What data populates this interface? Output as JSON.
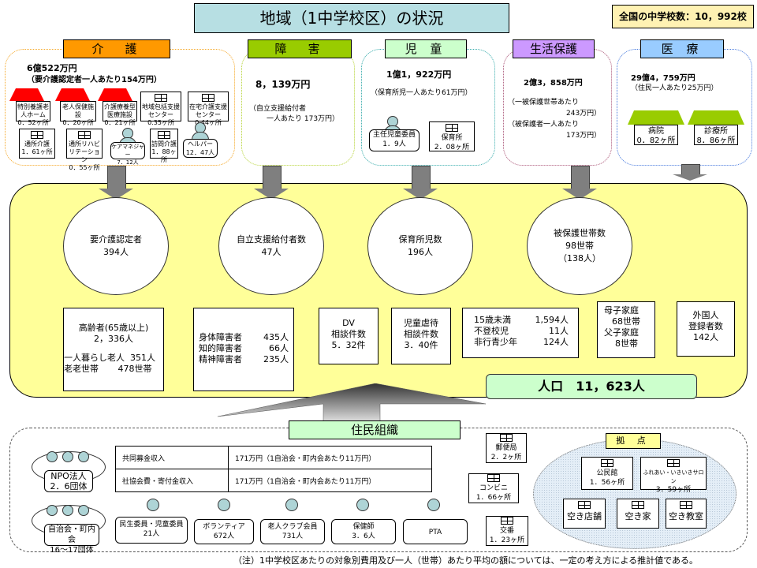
{
  "title": "地域（1中学校区）の状況",
  "national_count": "全国の中学校数：10，992校",
  "sections": {
    "care": {
      "label": "介　護",
      "color": "#ff9900",
      "border_color": "#f5a623",
      "cost": "6億522万円",
      "cost_note": "（要介護認定者一人あたり154万円）",
      "facilities": [
        {
          "name": "特別養護老人ホーム",
          "value": "0．52ヶ所",
          "type": "red-roof"
        },
        {
          "name": "老人保健施設",
          "value": "0．20ヶ所",
          "type": "red-roof"
        },
        {
          "name": "介護療養型医療施設",
          "value": "0．21ヶ所",
          "type": "red-roof"
        },
        {
          "name": "地域包括支援センター",
          "value": "0.35ヶ所",
          "type": "window"
        },
        {
          "name": "在宅介護支援センター",
          "value": "0.44ヶ所",
          "type": "window"
        },
        {
          "name": "通所介護",
          "value": "1．61ヶ所",
          "type": "window"
        },
        {
          "name": "通所リハビリテーション",
          "value": "0．55ヶ所",
          "type": "window"
        },
        {
          "name": "ケアマネジャー",
          "value": "7．12人",
          "type": "person"
        },
        {
          "name": "訪問介護",
          "value": "1．88ヶ所",
          "type": "window"
        },
        {
          "name": "ヘルパー",
          "value": "12．47人",
          "type": "person"
        }
      ]
    },
    "disability": {
      "label": "障　害",
      "color": "#99cc00",
      "border_color": "#b5d334",
      "cost": "8，139万円",
      "cost_note_1": "（自立支援給付者",
      "cost_note_2": "一人あたり 173万円）"
    },
    "children": {
      "label": "児 童",
      "color": "#ccffcc",
      "border_color": "#33aaaa",
      "cost": "1億1，922万円",
      "cost_note": "（保育所児一人あたり61万円）",
      "items": [
        {
          "name": "主任児童委員",
          "value": "1．9人",
          "type": "person"
        },
        {
          "name": "保育所",
          "value": "2．08ヶ所",
          "type": "window"
        }
      ]
    },
    "welfare": {
      "label": "生活保護",
      "color": "#cc99ff",
      "border_color": "#aa5577",
      "cost": "2億3，858万円",
      "note_1": "（一被保護世帯あたり",
      "note_2": "243万円）",
      "note_3": "（被保護者一人あたり",
      "note_4": "173万円）"
    },
    "medical": {
      "label": "医 療",
      "color": "#99ccff",
      "border_color": "#4477dd",
      "cost": "29億4，759万円",
      "cost_note": "（住民一人あたり25万円）",
      "items": [
        {
          "name": "病院",
          "value": "0．82ヶ所"
        },
        {
          "name": "診療所",
          "value": "8．86ヶ所"
        }
      ]
    }
  },
  "circles": [
    {
      "label": "要介護認定者",
      "value": "394人"
    },
    {
      "label": "自立支援給付者数",
      "value": "47人"
    },
    {
      "label": "保育所児数",
      "value": "196人"
    },
    {
      "label": "被保護世帯数",
      "value": "98世帯",
      "extra": "（138人）"
    }
  ],
  "stats": {
    "elderly": {
      "line1": "高齢者(65歳以上)",
      "line2": "2，336人",
      "line3": "一人暮らし老人  351人",
      "line4": "老老世帯       478世帯"
    },
    "disabled": [
      {
        "label": "身体障害者",
        "value": "435人"
      },
      {
        "label": "知的障害者",
        "value": "66人"
      },
      {
        "label": "精神障害者",
        "value": "235人"
      }
    ],
    "dv": {
      "line1": "DV",
      "line2": "相談件数",
      "line3": "5．32件"
    },
    "abuse": {
      "line1": "児童虐待",
      "line2": "相談件数",
      "line3": "3．40件"
    },
    "youth": [
      {
        "label": "15歳未満",
        "value": "1,594人"
      },
      {
        "label": "不登校児",
        "value": "11人"
      },
      {
        "label": "非行青少年",
        "value": "124人"
      }
    ],
    "single_parent": {
      "line1": "母子家庭",
      "line2": "68世帯",
      "line3": "父子家庭",
      "line4": "8世帯"
    },
    "foreign": {
      "line1": "外国人",
      "line2": "登録者数",
      "line3": "142人"
    }
  },
  "population": "人口　11，623人",
  "residents": {
    "label": "住民組織",
    "groups": [
      {
        "name": "NPO法人",
        "value": "2．6団体"
      },
      {
        "name": "自治会・町内会",
        "value": "16～17団体"
      }
    ],
    "income": [
      {
        "name": "共同募金収入",
        "value": "171万円（1自治会・町内会あたり11万円）"
      },
      {
        "name": "社協会費・寄付金収入",
        "value": "171万円（1自治会・町内会あたり11万円）"
      }
    ],
    "people": [
      {
        "name": "民生委員・児童委員",
        "value": "21人"
      },
      {
        "name": "ボランティア",
        "value": "672人"
      },
      {
        "name": "老人クラブ会員",
        "value": "731人"
      },
      {
        "name": "保健師",
        "value": "3．6人"
      },
      {
        "name": "PTA",
        "value": ""
      }
    ],
    "facilities": [
      {
        "name": "郵便局",
        "value": "2．2ヶ所"
      },
      {
        "name": "コンビニ",
        "value": "1．66ヶ所"
      },
      {
        "name": "交番",
        "value": "1．23ヶ所"
      }
    ]
  },
  "bases": {
    "label": "拠 点",
    "items": [
      {
        "name": "公民館",
        "value": "1．56ヶ所"
      },
      {
        "name": "ふれあい・いきいきサロン",
        "value": "3．59ヶ所"
      },
      {
        "name": "空き店舗",
        "value": ""
      },
      {
        "name": "空き家",
        "value": ""
      },
      {
        "name": "空き教室",
        "value": ""
      }
    ]
  },
  "footnote": "（注）1中学校区あたりの対象別費用及び一人（世帯）あたり平均の額については、一定の考え方による推計値である。"
}
